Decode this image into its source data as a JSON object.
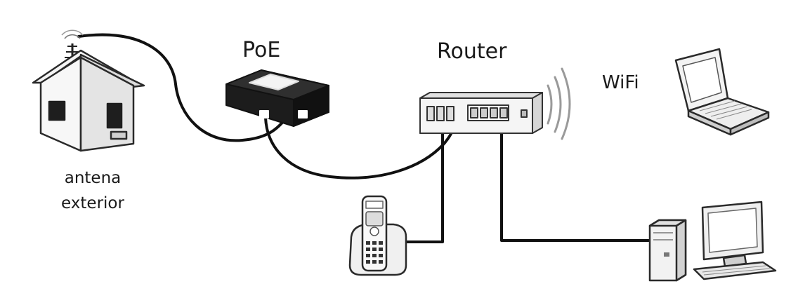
{
  "labels": {
    "poe": "PoE",
    "router": "Router",
    "wifi": "WiFi",
    "antenna_line1": "antena",
    "antenna_line2": "exterior"
  },
  "colors": {
    "cable": "#111111",
    "outline": "#2a2a2a",
    "device_dark": "#1e1e1e",
    "device_light": "#f2f2f2"
  },
  "icons": [
    "house-with-antenna-icon",
    "poe-adapter-icon",
    "router-icon",
    "wifi-waves-icon",
    "laptop-icon",
    "cordless-phone-icon",
    "desktop-computer-icon"
  ]
}
